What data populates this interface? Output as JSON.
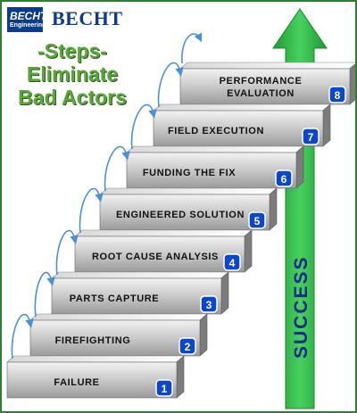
{
  "logo": {
    "line1": "BECHT",
    "line2": "Engineering"
  },
  "brand": "BECHT",
  "headline": {
    "line1": "-Steps-",
    "line2": "Eliminate",
    "line3": "Bad Actors"
  },
  "arrow_label": "SUCCESS",
  "steps": [
    {
      "number": "1",
      "label": "FAILURE"
    },
    {
      "number": "2",
      "label": "FIREFIGHTING"
    },
    {
      "number": "3",
      "label": "PARTS CAPTURE"
    },
    {
      "number": "4",
      "label": "ROOT CAUSE ANALYSIS"
    },
    {
      "number": "5",
      "label": "ENGINEERED SOLUTION"
    },
    {
      "number": "6",
      "label": "FUNDING THE FIX"
    },
    {
      "number": "7",
      "label": "FIELD EXECUTION"
    },
    {
      "number": "8",
      "label_line1": "PERFORMANCE",
      "label_line2": "EVALUATION"
    }
  ],
  "colors": {
    "arrow": "#2fb84a",
    "badge": "#0d47c9",
    "headline": "#5aa63a",
    "brand": "#0d3b8c",
    "curve": "#4a90d9"
  }
}
